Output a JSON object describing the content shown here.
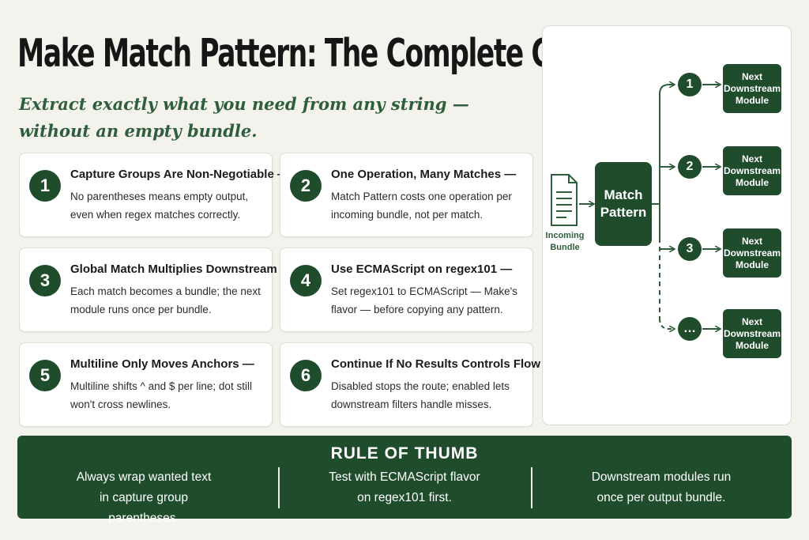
{
  "title": "Make Match Pattern: The Complete Guide",
  "subtitle_line1": "Extract exactly what you need from any string —",
  "subtitle_line2": "without an empty bundle.",
  "cards": [
    {
      "number": "1",
      "title": "Capture Groups Are Non-Negotiable —",
      "body": "No parentheses means empty output, even when regex matches correctly."
    },
    {
      "number": "2",
      "title": "One Operation, Many Matches —",
      "body": "Match Pattern costs one operation per incoming bundle, not per match."
    },
    {
      "number": "3",
      "title": "Global Match Multiplies Downstream —",
      "body": "Each match becomes a bundle; the next module runs once per bundle."
    },
    {
      "number": "4",
      "title": "Use ECMAScript on regex101 —",
      "body": "Set regex101 to ECMAScript — Make's flavor — before copying any pattern."
    },
    {
      "number": "5",
      "title": "Multiline Only Moves Anchors —",
      "body": "Multiline shifts ^ and $ per line; dot still won't cross newlines."
    },
    {
      "number": "6",
      "title": "Continue If No Results Controls Flow —",
      "body": "Disabled stops the route; enabled lets downstream filters handle misses."
    }
  ],
  "diagram": {
    "incoming_label": "Incoming Bundle",
    "match_label": "Match Pattern",
    "outputs": [
      {
        "label": "1",
        "module": "Next Downstream Module"
      },
      {
        "label": "2",
        "module": "Next Downstream Module"
      },
      {
        "label": "3",
        "module": "Next Downstream Module"
      },
      {
        "label": "…",
        "module": "Next Downstream Module"
      }
    ],
    "colors": {
      "accent": "#1f4d2c",
      "line": "#2e5e3b"
    }
  },
  "rule": {
    "title": "RULE OF THUMB",
    "items": [
      "Always wrap wanted text in capture group parentheses.",
      "Test with ECMAScript flavor on regex101 first.",
      "Downstream modules run once per output bundle."
    ]
  }
}
